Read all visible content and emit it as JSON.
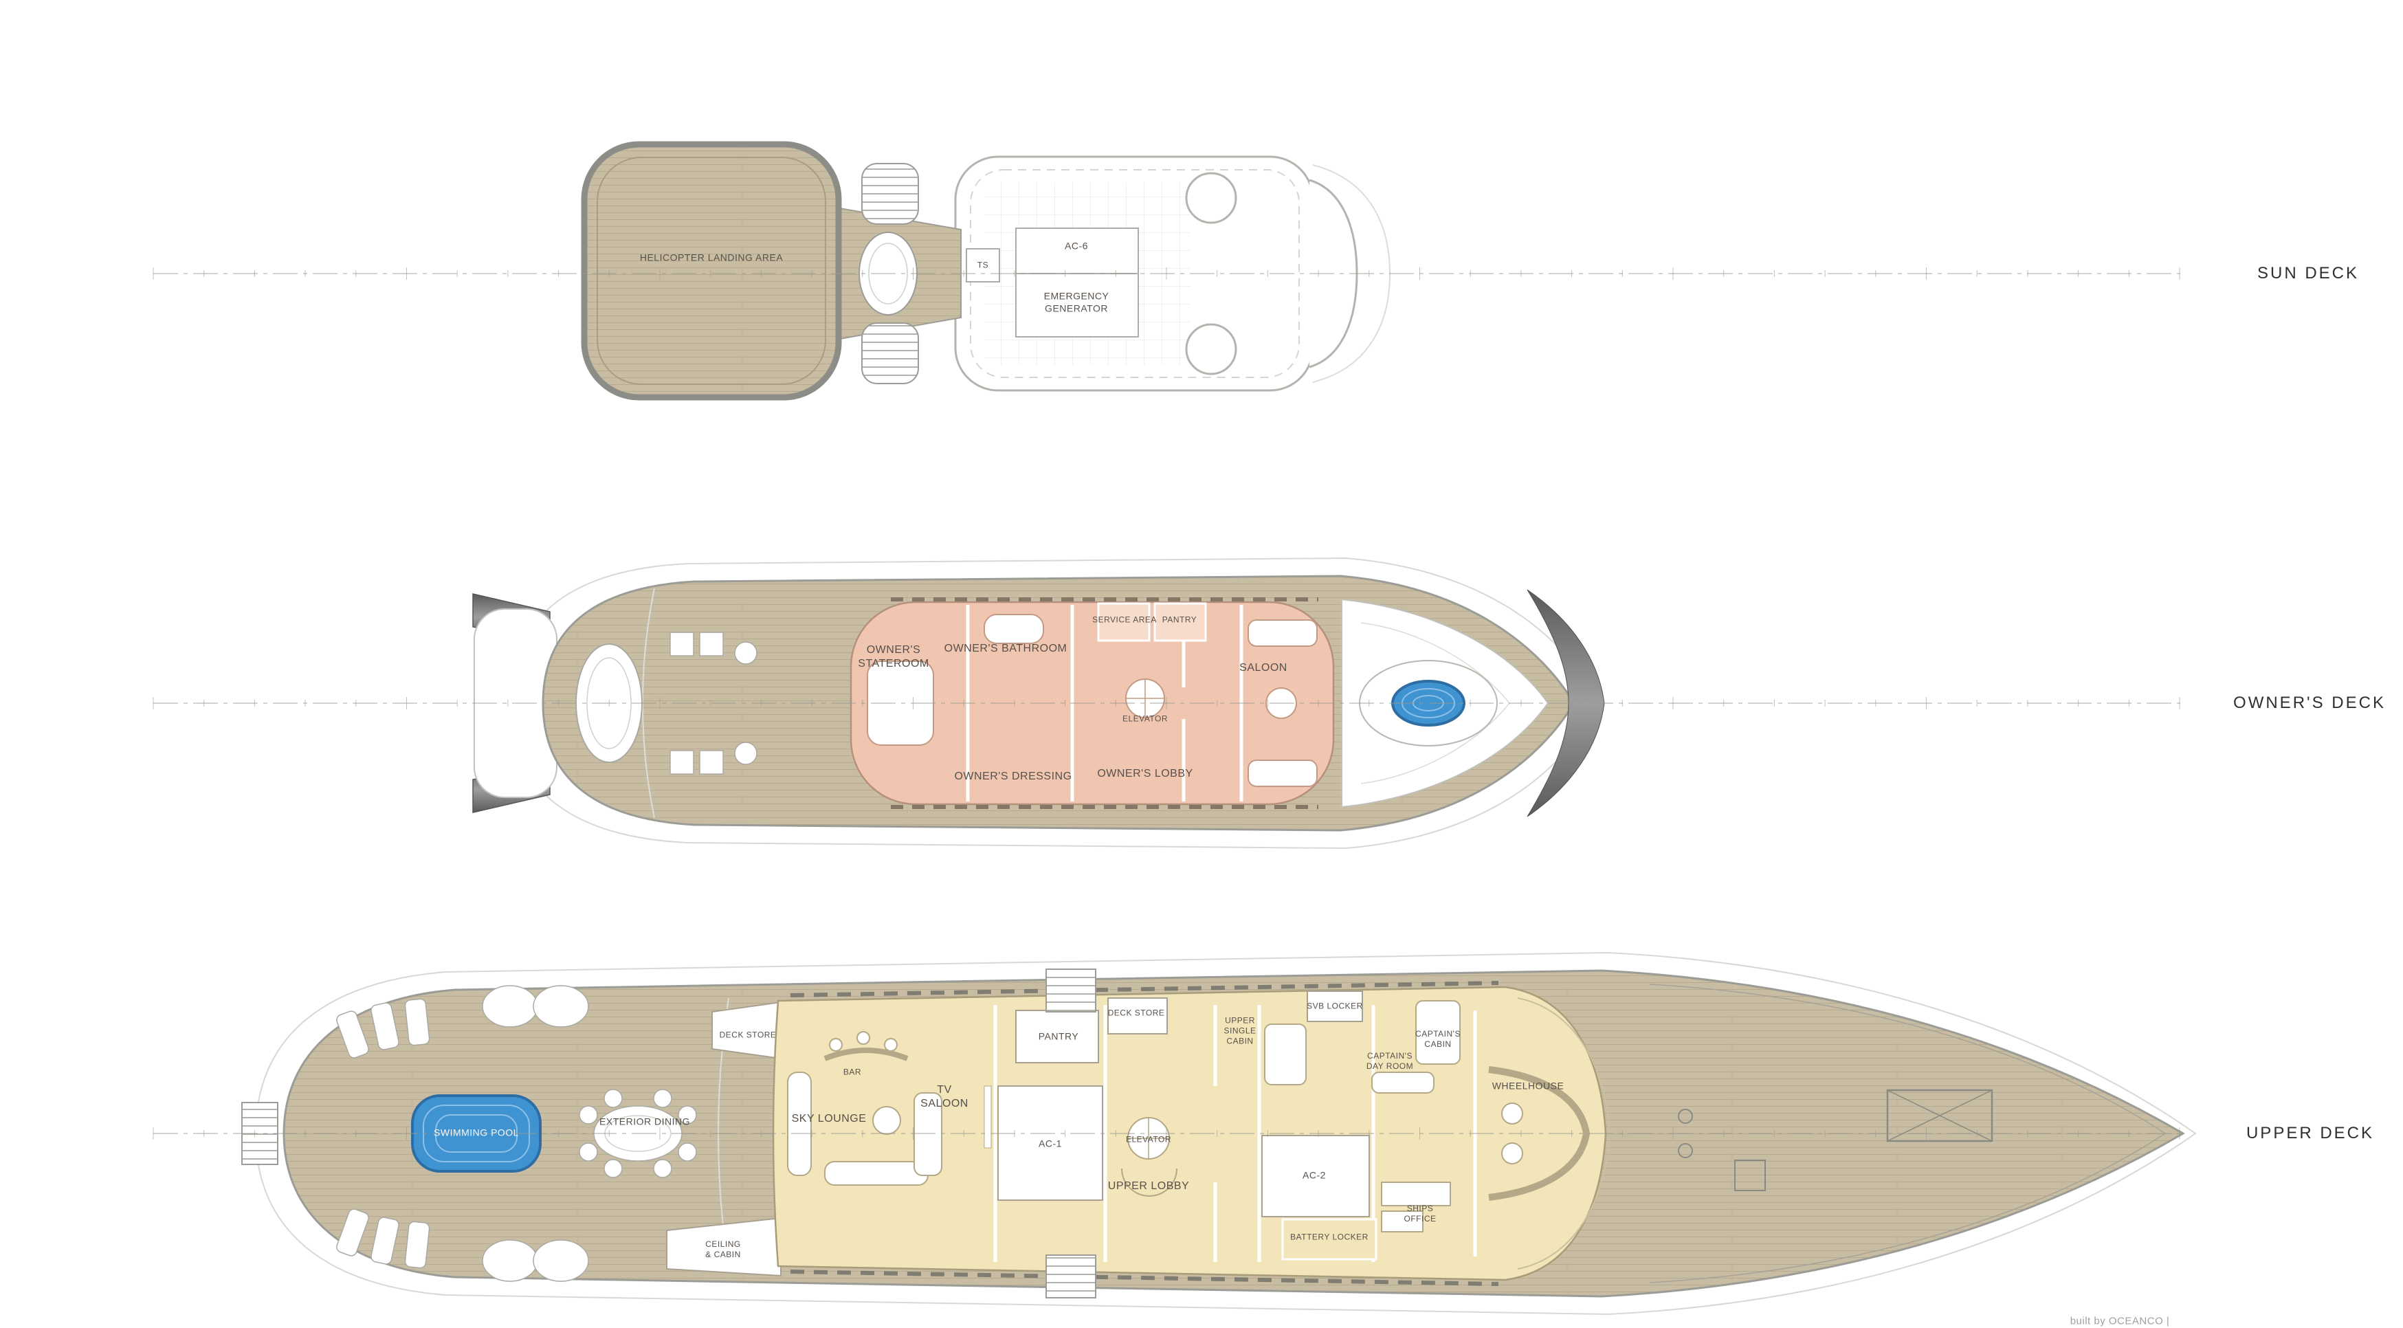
{
  "decks": {
    "sun": {
      "name": "SUN DECK",
      "rooms": {
        "helipad": "HELICOPTER LANDING AREA",
        "ts": "TS",
        "ac6": "AC-6",
        "emergency_generator": "EMERGENCY\nGENERATOR"
      }
    },
    "owners": {
      "name": "OWNER'S DECK",
      "rooms": {
        "stateroom": "OWNER'S\nSTATEROOM",
        "bathroom": "OWNER'S BATHROOM",
        "service_area": "SERVICE AREA",
        "pantry": "PANTRY",
        "saloon": "SALOON",
        "elevator": "ELEVATOR",
        "dressing": "OWNER'S DRESSING",
        "lobby": "OWNER'S LOBBY"
      }
    },
    "upper": {
      "name": "UPPER DECK",
      "rooms": {
        "swimming_pool": "SWIMMING POOL",
        "exterior_dining": "EXTERIOR DINING",
        "deck_store_aft": "DECK STORE",
        "bar": "BAR",
        "sky_lounge": "SKY LOUNGE",
        "tv_saloon": "TV\nSALOON",
        "pantry": "PANTRY",
        "deck_store_fwd": "DECK STORE",
        "ac1": "AC-1",
        "upper_lobby": "UPPER LOBBY",
        "elevator": "ELEVATOR",
        "ac2": "AC-2",
        "battery_locker": "BATTERY LOCKER",
        "upper_single_cabin": "UPPER\nSINGLE\nCABIN",
        "svb_locker": "SVB LOCKER",
        "captains_day_room": "CAPTAIN'S\nDAY ROOM",
        "captains_cabin": "CAPTAIN'S\nCABIN",
        "ships_office": "SHIPS\nOFFICE",
        "wheelhouse": "WHEELHOUSE",
        "day_cabin": "CEILING\n& CABIN"
      }
    }
  },
  "footer": {
    "credit": "built by OCEANCO |"
  },
  "colors": {
    "teak": "#c8bda2",
    "owner_interior": "#f1c6b1",
    "upper_interior": "#f2e5b9",
    "pool_water": "#3f93d0",
    "hull_dark": "#6e6e6e",
    "outline": "#9c9c96"
  }
}
